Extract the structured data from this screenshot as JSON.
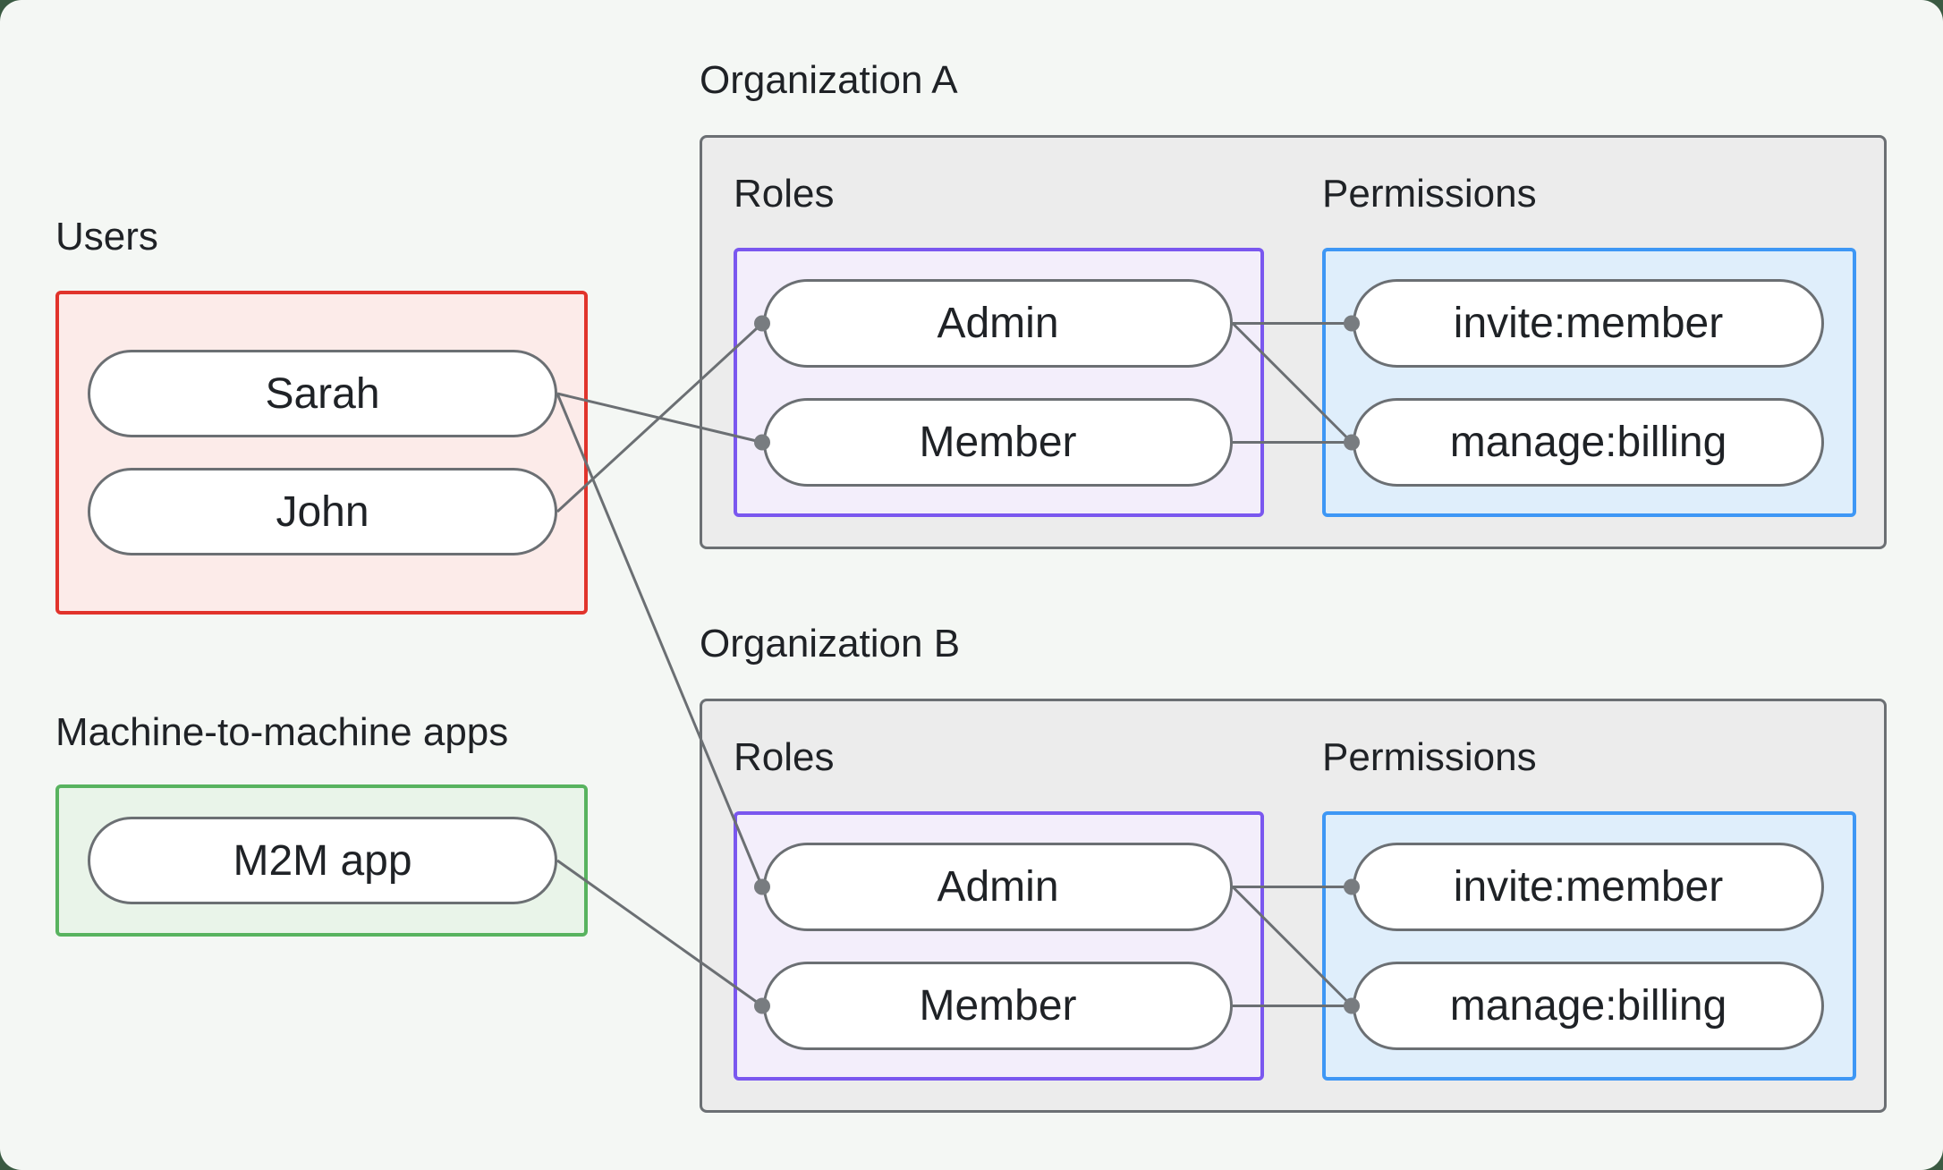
{
  "colors": {
    "outer_background": "#3a5a42",
    "panel_background": "#f4f7f4",
    "users_border": "#e1332b",
    "users_fill": "#fcebe9",
    "m2m_border": "#58b35f",
    "m2m_fill": "#e9f4e9",
    "roles_border": "#7a57ef",
    "roles_fill": "#f3eefb",
    "permissions_border": "#3e97f5",
    "permissions_fill": "#dfeefb",
    "org_fill": "#ececec",
    "node_border": "#6b6f73",
    "edge": "#6b6f73",
    "connector_dot": "#787c80",
    "text": "#1f2226"
  },
  "users_section": {
    "label": "Users",
    "nodes": [
      "Sarah",
      "John"
    ]
  },
  "m2m_section": {
    "label": "Machine-to-machine apps",
    "nodes": [
      "M2M app"
    ]
  },
  "org_a": {
    "title": "Organization A",
    "roles_label": "Roles",
    "permissions_label": "Permissions",
    "roles": [
      "Admin",
      "Member"
    ],
    "permissions": [
      "invite:member",
      "manage:billing"
    ]
  },
  "org_b": {
    "title": "Organization B",
    "roles_label": "Roles",
    "permissions_label": "Permissions",
    "roles": [
      "Admin",
      "Member"
    ],
    "permissions": [
      "invite:member",
      "manage:billing"
    ]
  },
  "connections": [
    {
      "from": "John",
      "to": "Organization A / Admin"
    },
    {
      "from": "Sarah",
      "to": "Organization A / Member"
    },
    {
      "from": "Sarah",
      "to": "Organization B / Admin"
    },
    {
      "from": "M2M app",
      "to": "Organization B / Member"
    },
    {
      "from": "Organization A / Admin",
      "to": "Organization A / invite:member"
    },
    {
      "from": "Organization A / Admin",
      "to": "Organization A / manage:billing"
    },
    {
      "from": "Organization A / Member",
      "to": "Organization A / manage:billing"
    },
    {
      "from": "Organization B / Admin",
      "to": "Organization B / invite:member"
    },
    {
      "from": "Organization B / Admin",
      "to": "Organization B / manage:billing"
    },
    {
      "from": "Organization B / Member",
      "to": "Organization B / manage:billing"
    }
  ]
}
